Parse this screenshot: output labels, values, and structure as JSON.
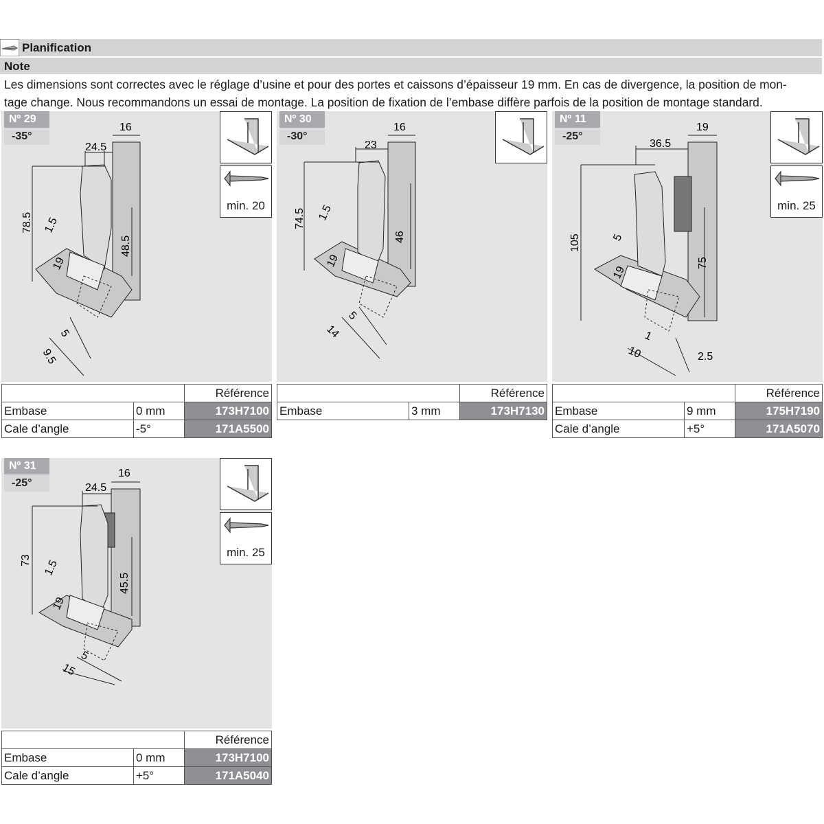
{
  "header": {
    "title": "Planification",
    "note_title": "Note"
  },
  "note": {
    "line1": "Les dimensions sont correctes avec le réglage d’usine et pour des portes et caissons d’épaisseur 19 mm. En cas de divergence, la position de mon-",
    "line2": "tage change. Nous recommandons un essai de montage. La position de fixation de l’embase diffère parfois de la position de montage standard."
  },
  "panels": [
    {
      "number": "Nº 29",
      "angle": "-35°",
      "screw": "min. 20",
      "dims": {
        "top": "16",
        "width": "24.5",
        "height": "78.5",
        "small": "1.5",
        "thick": "19",
        "side": "48.5",
        "b1": "9.5",
        "b2": "5"
      },
      "table": {
        "ref_header": "Référence",
        "rows": [
          {
            "label": "Embase",
            "value": "0 mm",
            "ref": "173H7100"
          },
          {
            "label": "Cale d’angle",
            "value": "-5°",
            "ref": "171A5500"
          }
        ]
      }
    },
    {
      "number": "Nº 30",
      "angle": "-30°",
      "dims": {
        "top": "16",
        "width": "23",
        "height": "74.5",
        "small": "1.5",
        "thick": "19",
        "side": "46",
        "b1": "14",
        "b2": "5"
      },
      "table": {
        "ref_header": "Référence",
        "rows": [
          {
            "label": "Embase",
            "value": "3 mm",
            "ref": "173H7130"
          }
        ]
      }
    },
    {
      "number": "Nº 11",
      "angle": "-25°",
      "screw": "min. 25",
      "dims": {
        "top": "19",
        "width": "36.5",
        "height": "105",
        "small": "5",
        "thick": "19",
        "side": "75",
        "b1": "10",
        "b2": "1",
        "b3": "2.5"
      },
      "table": {
        "ref_header": "Référence",
        "rows": [
          {
            "label": "Embase",
            "value": "9 mm",
            "ref": "175H7190"
          },
          {
            "label": "Cale d’angle",
            "value": "+5°",
            "ref": "171A5070"
          }
        ]
      }
    },
    {
      "number": "Nº 31",
      "angle": "-25°",
      "screw": "min. 25",
      "dims": {
        "top": "16",
        "width": "24.5",
        "height": "73",
        "small": "1.5",
        "thick": "19",
        "side": "45.5",
        "b1": "15",
        "b2": "5"
      },
      "table": {
        "ref_header": "Référence",
        "rows": [
          {
            "label": "Embase",
            "value": "0 mm",
            "ref": "173H7100"
          },
          {
            "label": "Cale d’angle",
            "value": "+5°",
            "ref": "171A5040"
          }
        ]
      }
    }
  ]
}
